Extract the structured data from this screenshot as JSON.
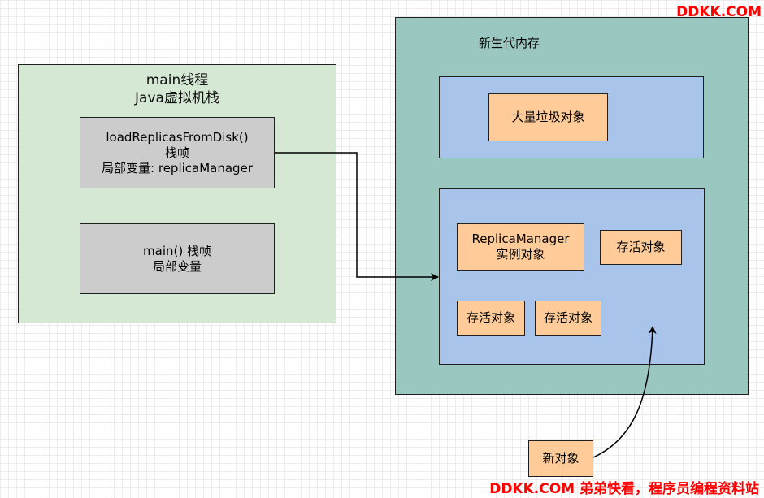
{
  "jvm_stack": {
    "title_line1": "main线程",
    "title_line2": "Java虚拟机栈",
    "frames": [
      {
        "line1": "loadReplicasFromDisk()",
        "line2": "栈帧",
        "line3": "局部变量: replicaManager"
      },
      {
        "line1": "main() 栈帧",
        "line2": "局部变量"
      }
    ]
  },
  "young_gen": {
    "title": "新生代内存",
    "garbage_object": "大量垃圾对象",
    "replica_object_line1": "ReplicaManager",
    "replica_object_line2": "实例对象",
    "live_objects": [
      "存活对象",
      "存活对象",
      "存活对象"
    ]
  },
  "new_object": "新对象",
  "watermark_top": "DDKK.COM",
  "watermark_bottom": "DDKK.COM 弟弟快看，程序员编程资料站",
  "colors": {
    "stack_fill": "#d5e8d4",
    "frame_fill": "#cccccc",
    "young_gen_fill": "#9ac7bf",
    "region_fill": "#a9c4eb",
    "object_fill": "#ffcc99",
    "watermark": "#ff0000"
  }
}
